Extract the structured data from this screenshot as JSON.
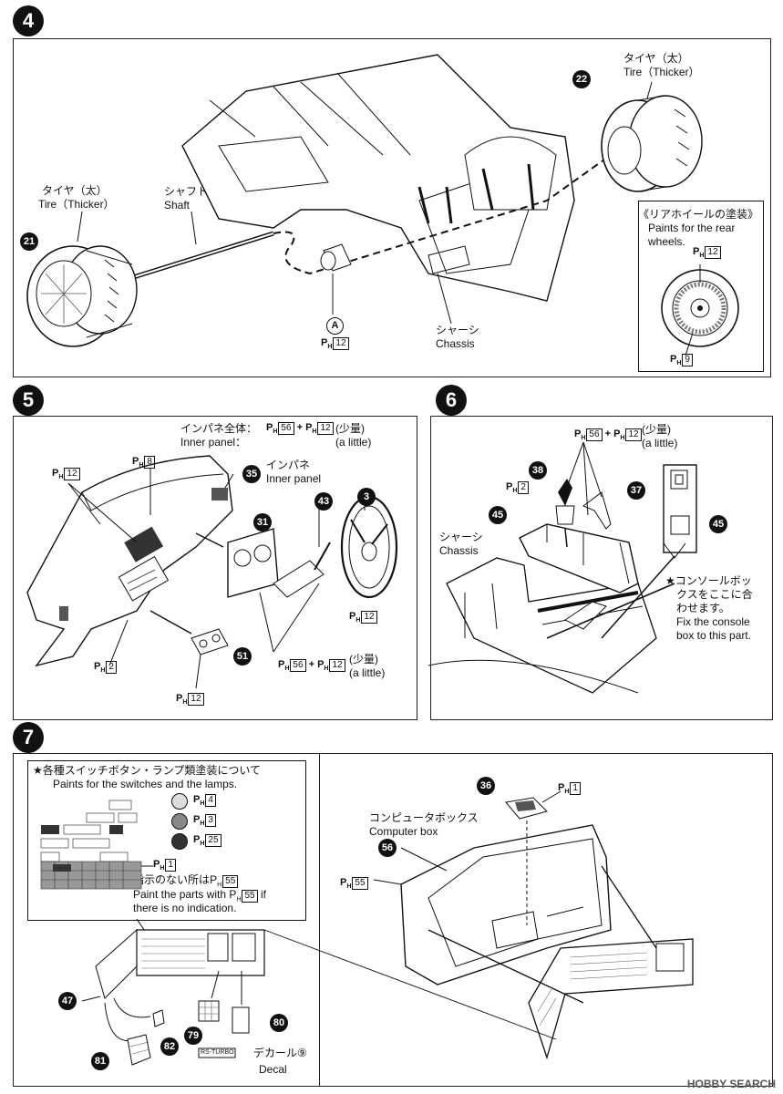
{
  "steps": {
    "s4": "4",
    "s5": "5",
    "s6": "6",
    "s7": "7"
  },
  "step4": {
    "tire_left_jp": "タイヤ（太）",
    "tire_left_en": "Tire（Thicker）",
    "shaft_jp": "シャフト",
    "shaft_en": "Shaft",
    "tire_right_jp": "タイヤ（太）",
    "tire_right_en": "Tire（Thicker）",
    "chassis_jp": "シャーシ",
    "chassis_en": "Chassis",
    "part_21": "21",
    "part_22": "22",
    "part_A": "A",
    "paint_A": "12",
    "rear_title_jp": "《リアホイールの塗装》",
    "rear_title_en1": "Paints for the rear",
    "rear_title_en2": "wheels.",
    "rear_paint_top": "12",
    "rear_paint_bottom": "9"
  },
  "step5": {
    "inpane_all_jp": "インパネ全体：",
    "inpane_all_en": "Inner panel：",
    "paint_a1": "56",
    "paint_a2": "12",
    "small_jp": "(少量)",
    "small_en": "(a little)",
    "inpane_jp": "インパネ",
    "inpane_en": "Inner panel",
    "paint_12": "12",
    "paint_8": "8",
    "paint_2": "2",
    "paint_12b": "12",
    "paint_12c": "12",
    "bottom_paint1": "56",
    "bottom_paint2": "12",
    "bottom_small_jp": "(少量)",
    "bottom_small_en": "(a little)",
    "part_35": "35",
    "part_31": "31",
    "part_43": "43",
    "part_3": "3",
    "part_51": "51"
  },
  "step6": {
    "paint1": "56",
    "paint2": "12",
    "small_jp": "(少量)",
    "small_en": "(a little)",
    "paint_2": "2",
    "chassis_jp": "シャーシ",
    "chassis_en": "Chassis",
    "part_38": "38",
    "part_37": "37",
    "part_45a": "45",
    "part_45b": "45",
    "console_jp1": "★コンソールボッ",
    "console_jp2": "クスをここに合",
    "console_jp3": "わせます。",
    "console_en1": "Fix the console",
    "console_en2": "box to this part."
  },
  "step7": {
    "switch_jp": "★各種スイッチボタン・ランプ類塗装について",
    "switch_en": "Paints for the switches and the lamps.",
    "swatch1": "4",
    "swatch2": "3",
    "swatch3": "25",
    "paint_1": "1",
    "no_ind_jp": "※指示のない所は",
    "no_ind_paint": "55",
    "no_ind_en1": "Paint the parts with",
    "no_ind_paint2": "55",
    "no_ind_en1b": "if",
    "no_ind_en2": "there is no indication.",
    "computer_jp": "コンピュータボックス",
    "computer_en": "Computer box",
    "paint_top": "1",
    "paint_55": "55",
    "decal_jp": "デカール",
    "decal_en": "Decal",
    "decal_num": "⑨",
    "decal_plate": "RS-TURBO",
    "part_36": "36",
    "part_56": "56",
    "part_47": "47",
    "part_79": "79",
    "part_80": "80",
    "part_81": "81",
    "part_82": "82"
  },
  "paint_prefix": "PH",
  "watermark": "HOBBY SEARCH"
}
